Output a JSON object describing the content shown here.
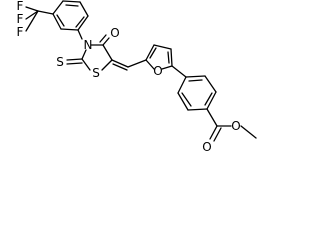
{
  "molecule": {
    "atom_labels": {
      "F1": "F",
      "F2": "F",
      "F3": "F",
      "N": "N",
      "O_carbonyl": "O",
      "S_thione": "S",
      "S_ring": "S",
      "O_furan": "O",
      "O_ester_carbonyl": "O",
      "O_ester": "O"
    },
    "colors": {
      "bond": "#000000",
      "label": "#000000",
      "background": "#ffffff"
    }
  }
}
